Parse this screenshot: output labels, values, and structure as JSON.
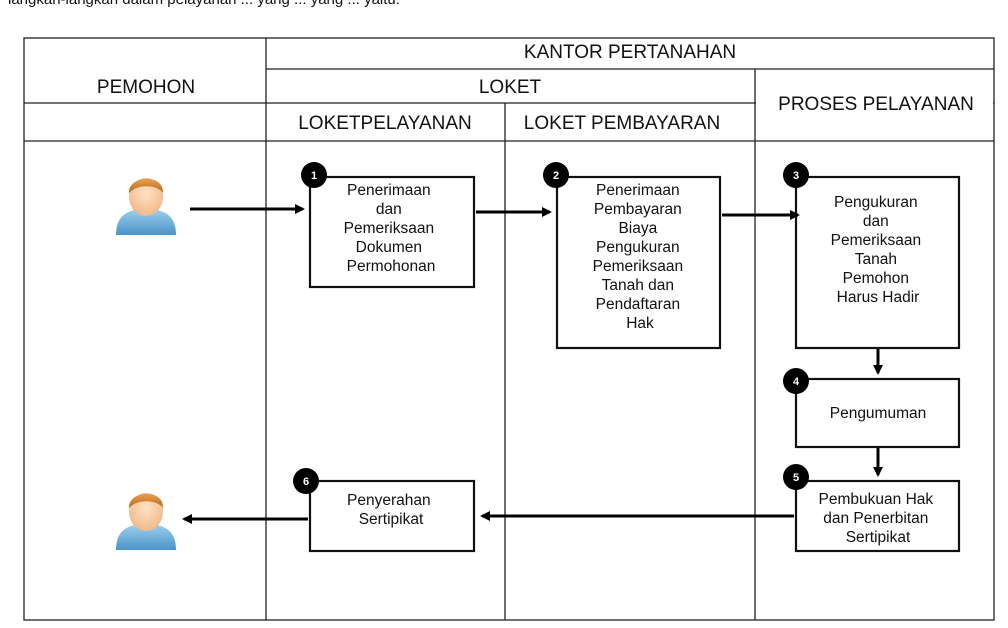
{
  "caption_top": "langkah-langkah dalam pelayanan ... yang ... yang ... yaitu:",
  "headers": {
    "office": "KANTOR PERTANAHAN",
    "applicant": "PEMOHON",
    "counter": "LOKET",
    "service_counter": "LOKETPELAYANAN",
    "payment_counter": "LOKET PEMBAYARAN",
    "service_process": "PROSES PELAYANAN"
  },
  "steps": [
    {
      "num": "1",
      "lines": [
        "Penerimaan",
        "dan",
        "Pemeriksaan",
        "Dokumen",
        "Permohonan"
      ]
    },
    {
      "num": "2",
      "lines": [
        "Penerimaan",
        "Pembayaran",
        "Biaya",
        "Pengukuran",
        "Pemeriksaan",
        "Tanah dan",
        "Pendaftaran",
        "Hak"
      ]
    },
    {
      "num": "3",
      "lines": [
        "Pengukuran",
        "dan",
        "Pemeriksaan",
        "Tanah",
        "Pemohon",
        "Harus Hadir"
      ]
    },
    {
      "num": "4",
      "lines": [
        "Pengumuman"
      ]
    },
    {
      "num": "5",
      "lines": [
        "Pembukuan Hak",
        "dan Penerbitan",
        "Sertipikat"
      ]
    },
    {
      "num": "6",
      "lines": [
        "Penyerahan",
        "Sertipikat"
      ]
    }
  ],
  "icons": [
    "person-icon",
    "person-icon"
  ]
}
